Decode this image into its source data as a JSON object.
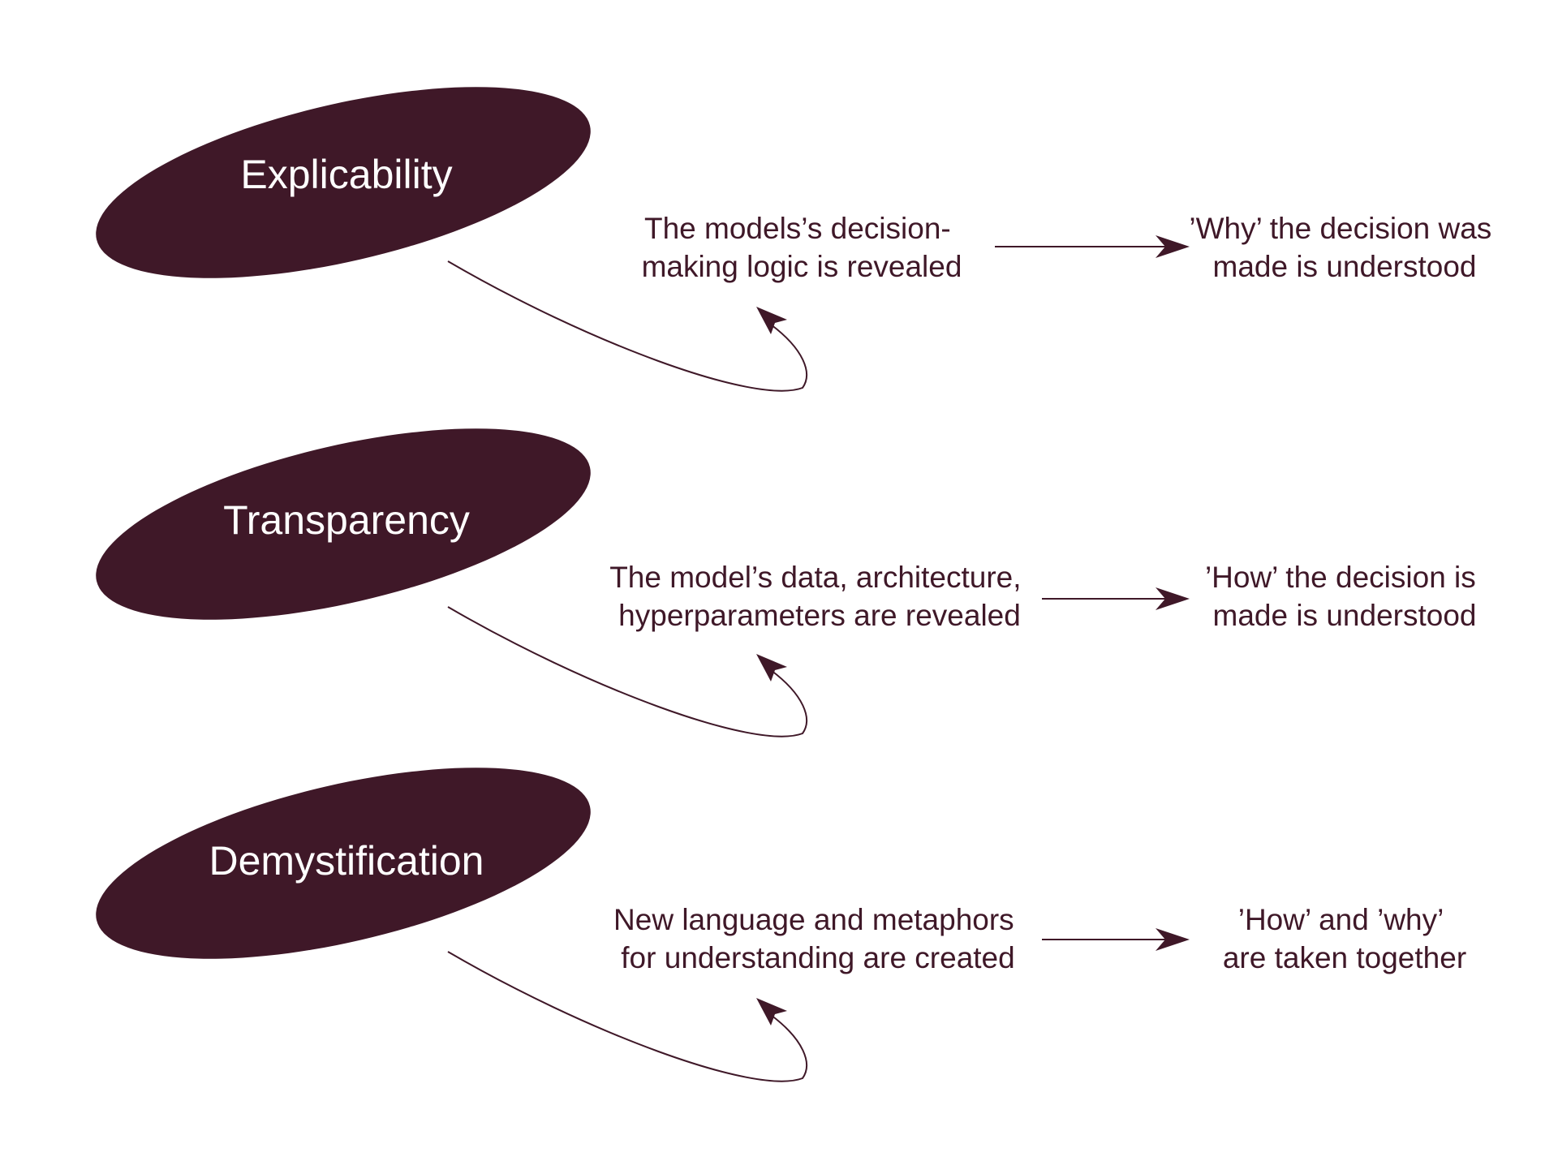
{
  "colors": {
    "accent": "#3f1828",
    "background": "#ffffff",
    "oval_text": "#ffffff"
  },
  "rows": [
    {
      "concept": "Explicability",
      "effect": [
        "The models’s decision-",
        "making logic is revealed"
      ],
      "outcome": [
        "’Why’ the decision was",
        "made is understood"
      ]
    },
    {
      "concept": "Transparency",
      "effect": [
        "The model’s data, architecture,",
        "hyperparameters are revealed"
      ],
      "outcome": [
        "’How’ the decision is",
        "made is understood"
      ]
    },
    {
      "concept": "Demystification",
      "effect": [
        "New language and metaphors",
        "for understanding are created"
      ],
      "outcome": [
        "’How’ and ’why’",
        "are taken together"
      ]
    }
  ]
}
